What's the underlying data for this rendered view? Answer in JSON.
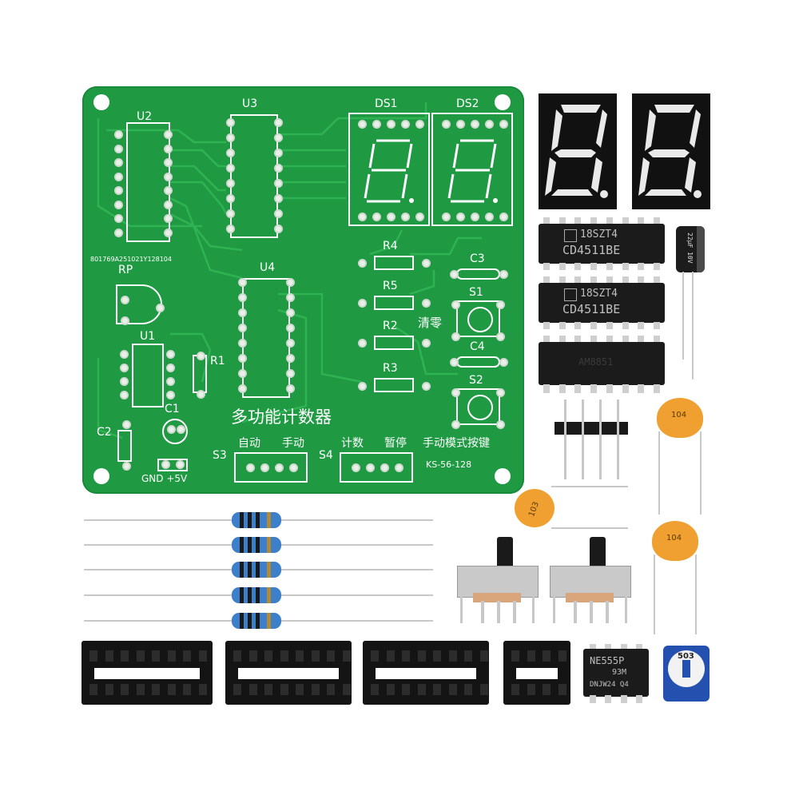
{
  "pcb": {
    "labels": {
      "u2": "U2",
      "u3": "U3",
      "u4": "U4",
      "u1": "U1",
      "ds1": "DS1",
      "ds2": "DS2",
      "r1": "R1",
      "r2": "R2",
      "r3": "R3",
      "r4": "R4",
      "r5": "R5",
      "c1": "C1",
      "c2": "C2",
      "c3": "C3",
      "c4": "C4",
      "s1": "S1",
      "s2": "S2",
      "s3": "S3",
      "s4": "S4",
      "rp": "RP",
      "serial": "801769A251021Y128104",
      "clear": "清零",
      "title": "多功能计数器",
      "auto": "自动",
      "manual": "手动",
      "count": "计数",
      "pause": "暂停",
      "manual_key": "手动模式按键",
      "model": "KS-56-128",
      "power": "GND +5V"
    },
    "colors": {
      "board": "#1f9a43",
      "silkscreen": "#ffffff"
    }
  },
  "components": {
    "chip1_text": "18SZT4",
    "chip1_model": "CD4511BE",
    "chip2_text": "18SZT4",
    "chip2_model": "CD4511BE",
    "chip3_text": "AM8851",
    "timer_model": "NE555P",
    "timer_code": "93M",
    "timer_lot": "DNJW24 Q4",
    "capacitor_values": [
      "104",
      "103",
      "104"
    ],
    "elec_cap_label": "22µF 10V",
    "pot_label": "503"
  }
}
